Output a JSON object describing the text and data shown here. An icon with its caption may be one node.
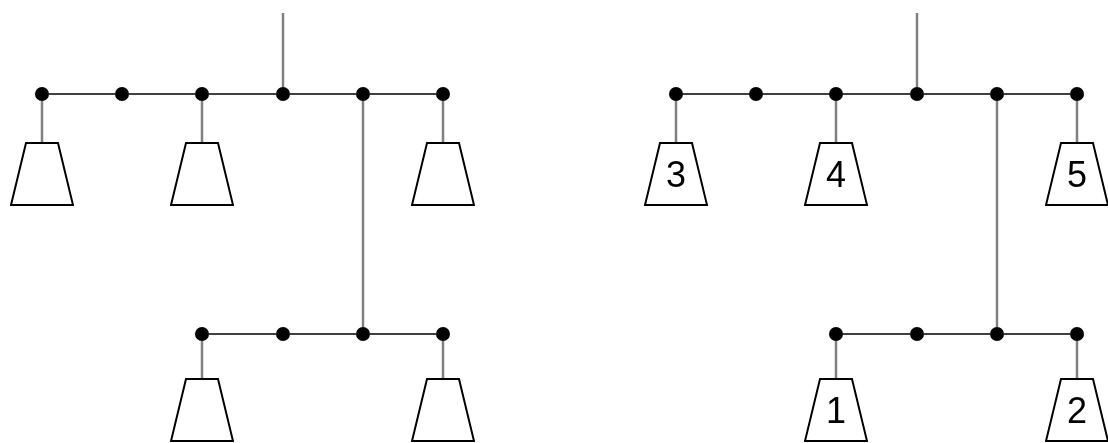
{
  "diagram": {
    "nodes": [
      {
        "text": [],
        "shape": "circle"
      },
      {
        "text": [],
        "shape": "circle"
      },
      {
        "text": [],
        "shape": "circle"
      },
      {
        "text": [],
        "shape": "circle"
      },
      {
        "text": [],
        "shape": "circle"
      },
      {
        "text": [],
        "shape": "circle"
      },
      {
        "text": [],
        "shape": "trapezoid"
      },
      {
        "text": [],
        "shape": "trapezoid"
      },
      {
        "text": [],
        "shape": "trapezoid"
      },
      {
        "text": [],
        "shape": "circle"
      },
      {
        "text": [],
        "shape": "circle"
      },
      {
        "text": [],
        "shape": "circle"
      },
      {
        "text": [],
        "shape": "circle"
      },
      {
        "text": [],
        "shape": "trapezoid"
      },
      {
        "text": [],
        "shape": "trapezoid"
      },
      {
        "text": [],
        "shape": "circle"
      },
      {
        "text": [],
        "shape": "circle"
      },
      {
        "text": [],
        "shape": "circle"
      },
      {
        "text": [],
        "shape": "circle"
      },
      {
        "text": [],
        "shape": "circle"
      },
      {
        "text": [],
        "shape": "circle"
      },
      {
        "text": [
          "3"
        ]
      },
      {
        "text": [
          "4"
        ]
      },
      {
        "text": [
          "5"
        ]
      },
      {
        "text": [],
        "shape": "circle"
      },
      {
        "text": [],
        "shape": "circle"
      },
      {
        "text": [],
        "shape": "circle"
      },
      {
        "text": [],
        "shape": "circle"
      },
      {
        "text": [
          "1"
        ]
      },
      {
        "text": [
          "2"
        ]
      }
    ],
    "edges": [
      {
        "from": null,
        "to": 3,
        "arrow": "none",
        "color": "#808080"
      },
      {
        "from": 0,
        "to": 1,
        "arrow": "none"
      },
      {
        "from": 1,
        "to": 2,
        "arrow": "none"
      },
      {
        "from": 2,
        "to": 3,
        "arrow": "none"
      },
      {
        "from": 3,
        "to": 4,
        "arrow": "none"
      },
      {
        "from": 4,
        "to": 5,
        "arrow": "none"
      },
      {
        "from": 0,
        "to": 6,
        "arrow": "none",
        "color": "#808080"
      },
      {
        "from": 2,
        "to": 7,
        "arrow": "none",
        "color": "#808080"
      },
      {
        "from": 5,
        "to": 8,
        "arrow": "none",
        "color": "#808080"
      },
      {
        "from": 4,
        "to": 11,
        "arrow": "none",
        "color": "#808080"
      },
      {
        "from": 9,
        "to": 10,
        "arrow": "none"
      },
      {
        "from": 10,
        "to": 11,
        "arrow": "none"
      },
      {
        "from": 11,
        "to": 12,
        "arrow": "none"
      },
      {
        "from": 9,
        "to": 13,
        "arrow": "none",
        "color": "#808080"
      },
      {
        "from": 12,
        "to": 14,
        "arrow": "none",
        "color": "#808080"
      },
      {
        "from": null,
        "to": 18,
        "arrow": "none",
        "color": "#808080"
      },
      {
        "from": 15,
        "to": 16,
        "arrow": "none"
      },
      {
        "from": 16,
        "to": 17,
        "arrow": "none"
      },
      {
        "from": 17,
        "to": 18,
        "arrow": "none"
      },
      {
        "from": 18,
        "to": 19,
        "arrow": "none"
      },
      {
        "from": 19,
        "to": 20,
        "arrow": "none"
      },
      {
        "from": 15,
        "to": 21,
        "arrow": "none",
        "color": "#808080"
      },
      {
        "from": 17,
        "to": 22,
        "arrow": "none",
        "color": "#808080"
      },
      {
        "from": 20,
        "to": 23,
        "arrow": "none",
        "color": "#808080"
      },
      {
        "from": 19,
        "to": 26,
        "arrow": "none",
        "color": "#808080"
      },
      {
        "from": 24,
        "to": 25,
        "arrow": "none"
      },
      {
        "from": 25,
        "to": 26,
        "arrow": "none"
      },
      {
        "from": 26,
        "to": 27,
        "arrow": "none"
      },
      {
        "from": 24,
        "to": 28,
        "arrow": "none",
        "color": "#808080"
      },
      {
        "from": 27,
        "to": 29,
        "arrow": "none",
        "color": "#808080"
      }
    ]
  }
}
